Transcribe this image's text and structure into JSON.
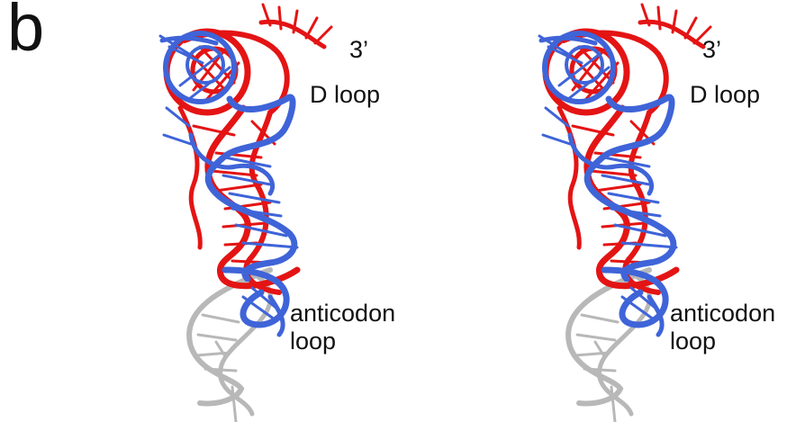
{
  "panel_label": "b",
  "labels": {
    "three_prime": "3’",
    "d_loop": "D loop",
    "anticodon_loop": "anticodon\nloop"
  },
  "colors": {
    "structure_a": "#e41414",
    "structure_b": "#3f64d8",
    "context_rna": "#b8b8b8",
    "text": "#111111"
  },
  "views": [
    "left-stereo-view",
    "right-stereo-view"
  ]
}
